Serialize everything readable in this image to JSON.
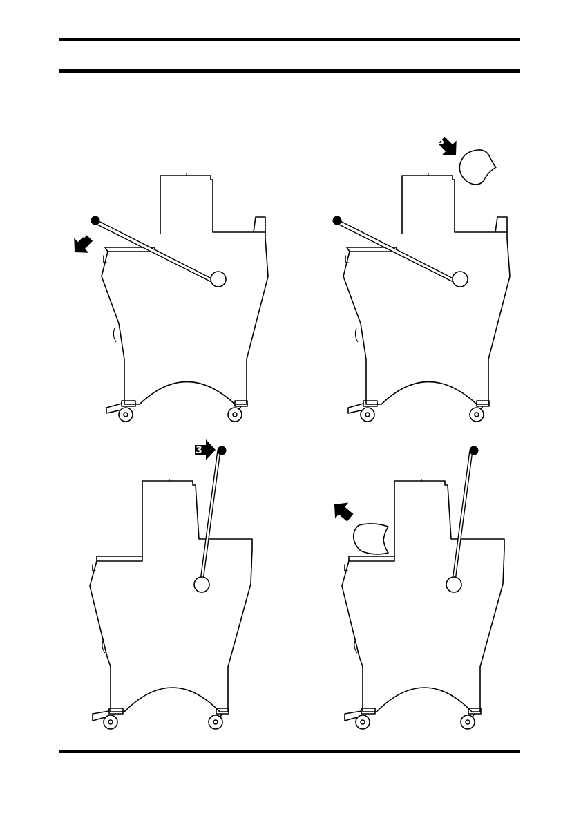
{
  "figure": {
    "panels": [
      {
        "name": "panel-1",
        "step_label": "1",
        "arrow_direction": "down-left",
        "lever": "lowered",
        "part": "none"
      },
      {
        "name": "panel-2",
        "step_label": "2",
        "arrow_direction": "down-right",
        "lever": "lowered",
        "part": "shown-above"
      },
      {
        "name": "panel-3",
        "step_label": "3",
        "arrow_direction": "right",
        "lever": "raised",
        "part": "none"
      },
      {
        "name": "panel-4",
        "step_label": "",
        "arrow_direction": "up-left",
        "lever": "raised",
        "part": "removed"
      }
    ],
    "colors": {
      "line": "#000000",
      "background": "#ffffff"
    }
  }
}
